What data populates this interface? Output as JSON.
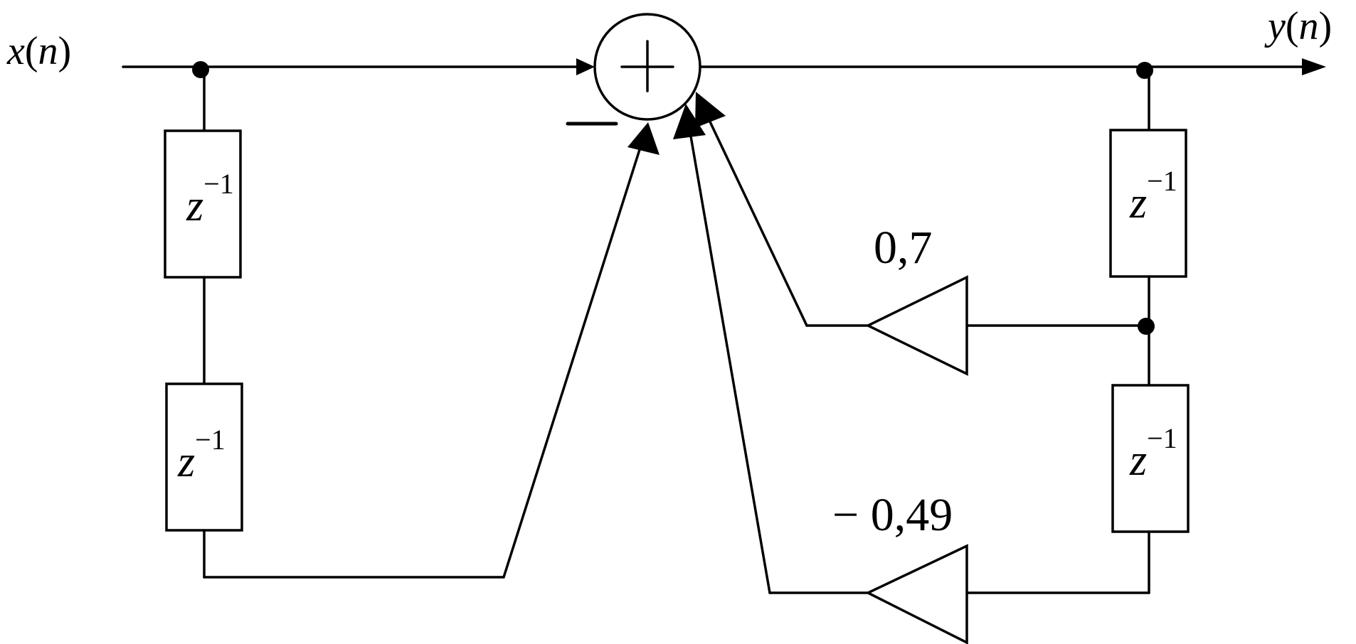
{
  "input_label": {
    "var": "x",
    "arg": "n"
  },
  "output_label": {
    "var": "y",
    "arg": "n"
  },
  "adder": {
    "symbol": "+",
    "minus_sign": "−"
  },
  "delay": {
    "base": "z",
    "exponent": "−1"
  },
  "gain_1": "0,7",
  "gain_2": "− 0,49"
}
